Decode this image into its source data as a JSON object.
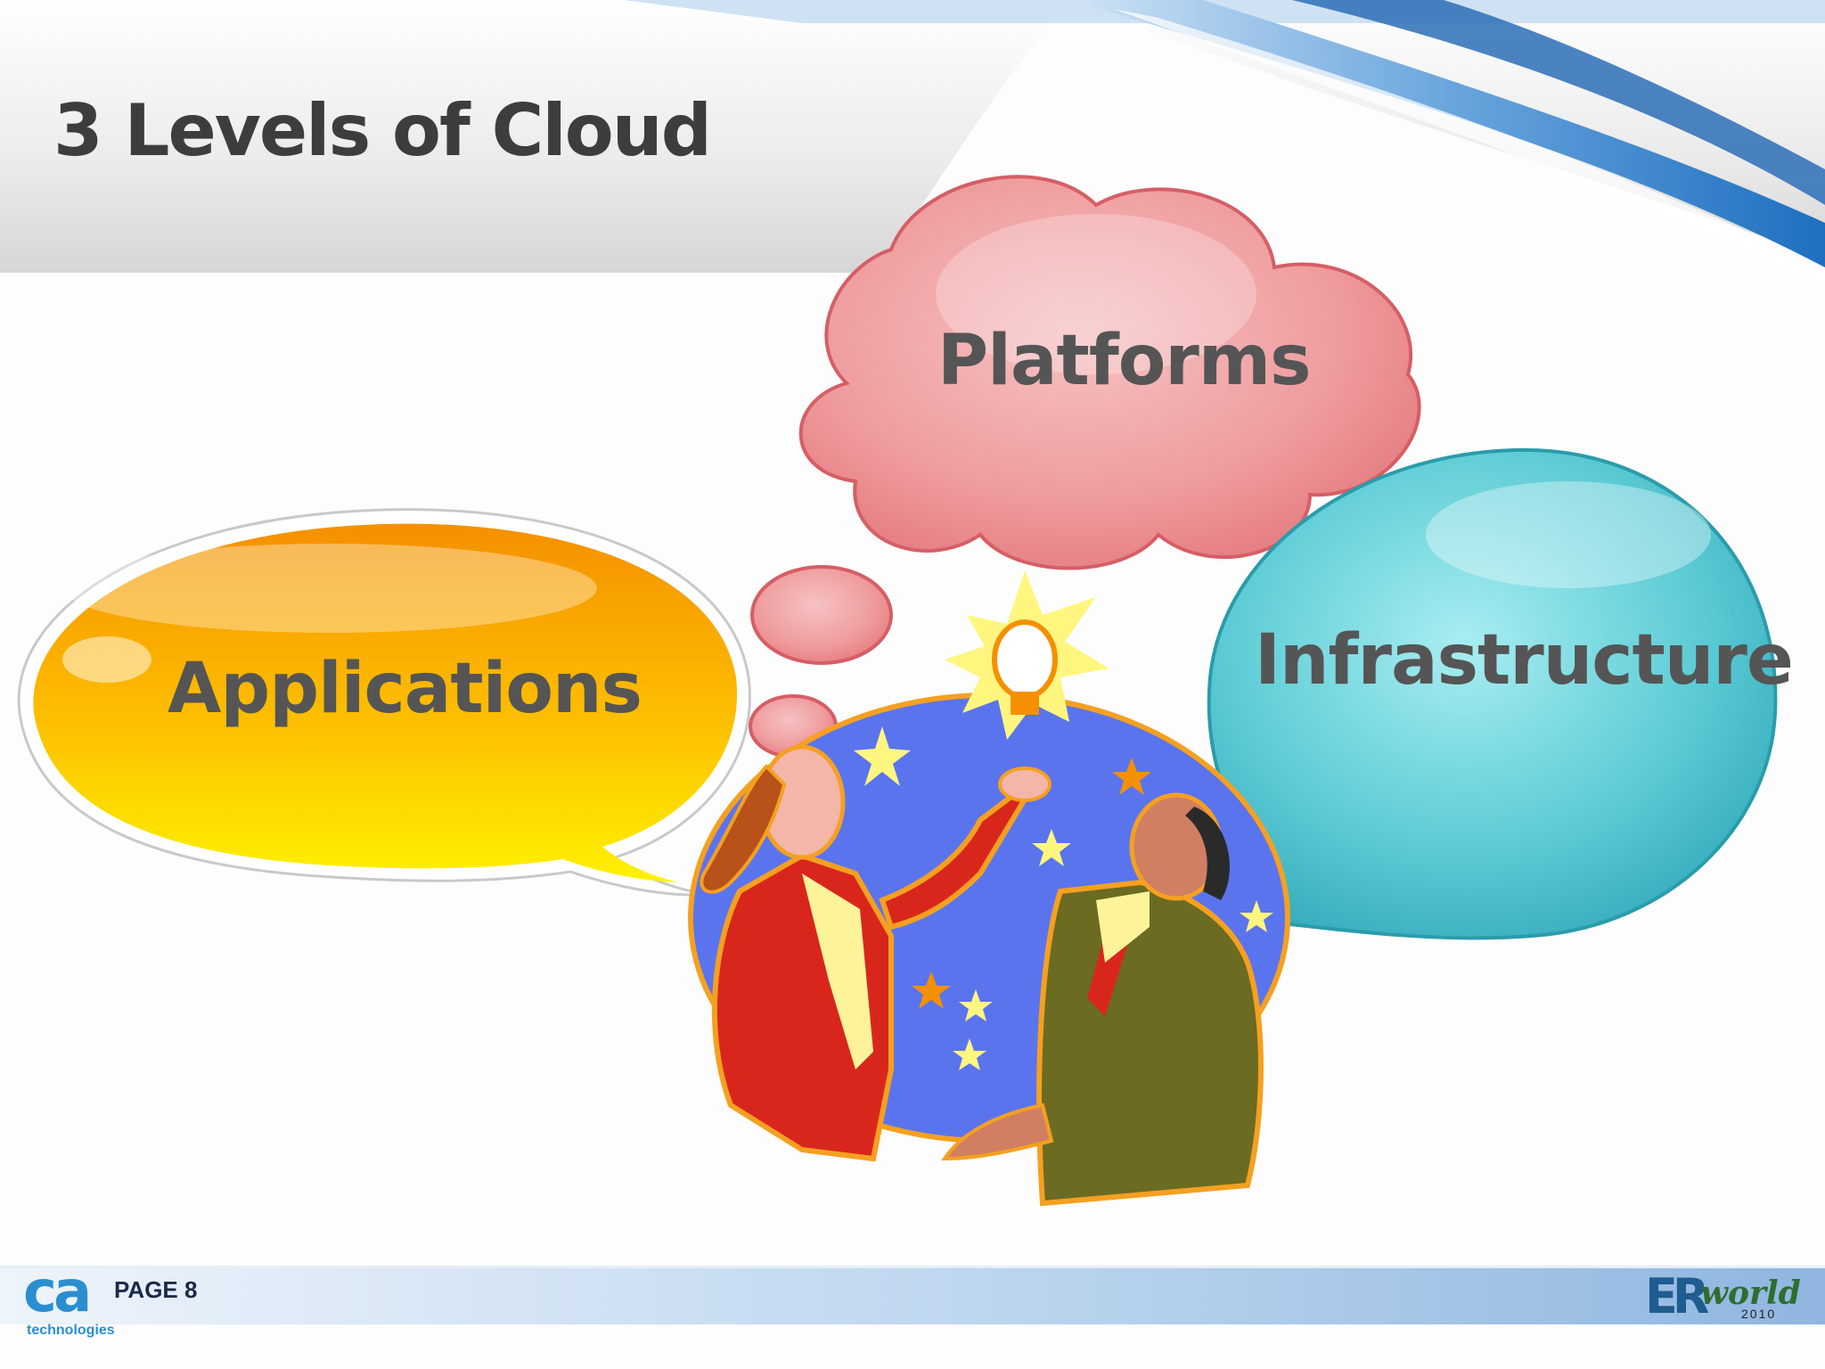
{
  "slide": {
    "title": "3 Levels of Cloud",
    "bubbles": {
      "applications": "Applications",
      "platforms": "Platforms",
      "infrastructure": "Infrastructure"
    },
    "footer": {
      "page_label": "PAGE 8",
      "ca_logo": "ca",
      "ca_logo_sub": "technologies",
      "event_logo_er": "ER",
      "event_logo_world": "world",
      "event_logo_year": "2010"
    }
  },
  "colors": {
    "title": "#3d3d3d",
    "bubble_text": "#555555",
    "applications_bubble": "#f7a500",
    "platforms_cloud": "#ee9a9c",
    "infrastructure_bubble": "#5ec9d3",
    "illustration_background": "#5a74ee",
    "footer_band": "#a9c8e8",
    "ca_brand": "#2a8fd0"
  }
}
